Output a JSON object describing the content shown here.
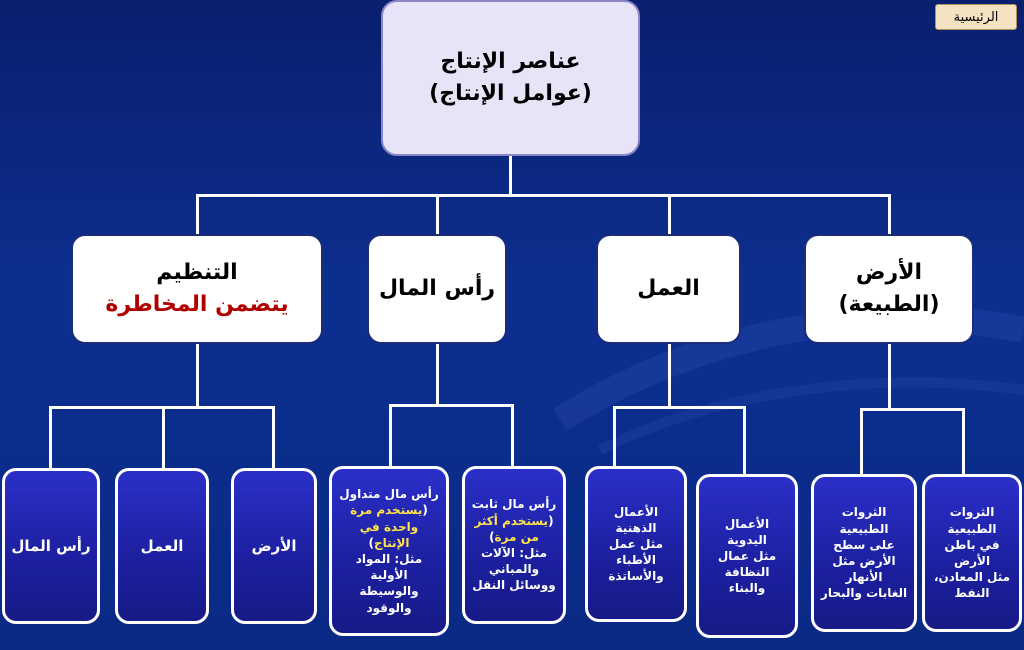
{
  "home_button": "الرئيسية",
  "root": {
    "line1": "عناصر الإنتاج",
    "line2": "(عوامل الإنتاج)"
  },
  "level1": {
    "land": {
      "line1": "الأرض",
      "line2": "(الطبيعة)"
    },
    "labor": {
      "line1": "العمل"
    },
    "capital": {
      "line1": "رأس المال"
    },
    "organization": {
      "line1": "التنظيم",
      "line2": "يتضمن المخاطرة"
    }
  },
  "land_children": {
    "underground": [
      "الثروات الطبيعية",
      "في باطن",
      "الأرض",
      "مثل المعادن،",
      "النفط"
    ],
    "surface": [
      "الثروات الطبيعية",
      "على سطح",
      "الأرض مثل",
      "الأنهار",
      "الغابات والبحار"
    ]
  },
  "labor_children": {
    "manual": [
      "الأعمال اليدوية",
      "مثل عمال",
      "النظافة",
      "والبناء"
    ],
    "mental": [
      "الأعمال الذهنية",
      "مثل عمل",
      "الأطباء",
      "والأساتذة"
    ]
  },
  "capital_children": {
    "fixed": {
      "title": "رأس مال ثابت",
      "note_open": "(",
      "note": "يستخدم أكثر من مرة",
      "note_close": ")",
      "lines": [
        "مثل: الآلات",
        "والمباني",
        "ووسائل النقل"
      ]
    },
    "circulating": {
      "title": "رأس مال متداول",
      "note_open": "(",
      "note": "يستخدم مرة واحدة في الإنتاج",
      "note_close": ")",
      "lines": [
        "مثل: المواد الأولية",
        "والوسيطة",
        "والوقود"
      ]
    }
  },
  "organization_children": {
    "land": "الأرض",
    "labor": "العمل",
    "capital": "رأس المال"
  }
}
